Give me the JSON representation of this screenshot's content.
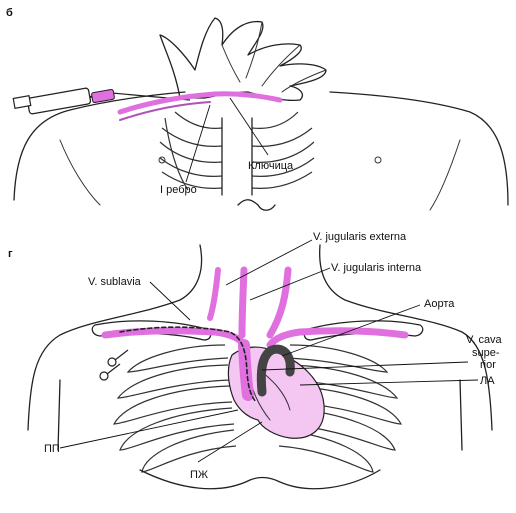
{
  "panels": {
    "top": {
      "letter": "б",
      "labels": {
        "rib": "I ребро",
        "clavicle": "Ключица"
      }
    },
    "bottom": {
      "letter": "г",
      "labels": {
        "external_jugular": "V. jugularis externa",
        "internal_jugular": "V. jugularis interna",
        "subclavian": "V. sublavia",
        "aorta": "Аорта",
        "svc_line1": "V. cava",
        "svc_line2": "supe-",
        "svc_line3": "rior",
        "pa": "ЛА",
        "ra": "ПП",
        "rv": "ПЖ"
      }
    }
  },
  "colors": {
    "vessel": "#e070e0",
    "vessel_dark": "#b050b8",
    "heart": "#f4c6f2",
    "ink": "#222222"
  }
}
